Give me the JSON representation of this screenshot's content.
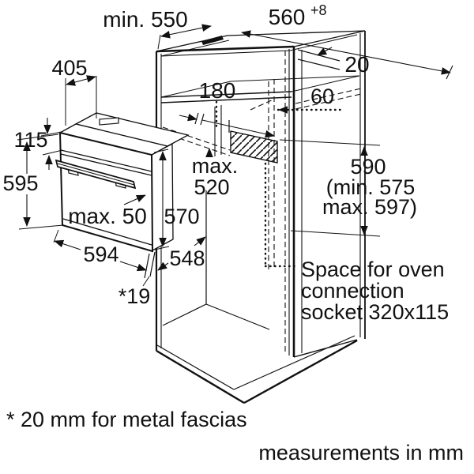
{
  "diagram": {
    "labels": {
      "min_depth": "min. 550",
      "niche_width": "560",
      "niche_width_tolerance": "+8",
      "top_clearance": "20",
      "oven_top_depth": "405",
      "upper_compartment_height": "180",
      "rear_clearance": "60",
      "control_panel_height": "115",
      "oven_height_total": "595",
      "recess_depth_prefix": "max.",
      "recess_depth_value": "520",
      "fascia_clearance": "max. 50",
      "oven_body_height": "570",
      "niche_height": "590",
      "niche_height_min": "(min. 575",
      "niche_height_max": "max. 597)",
      "oven_width": "594",
      "niche_inner_width": "548",
      "fascia_offset": "*19"
    },
    "annotations": {
      "socket_note_line1": "Space for oven",
      "socket_note_line2": "connection",
      "socket_note_line3": "socket 320x115",
      "footnote": "* 20 mm for metal fascias",
      "units_note": "measurements in mm"
    }
  }
}
